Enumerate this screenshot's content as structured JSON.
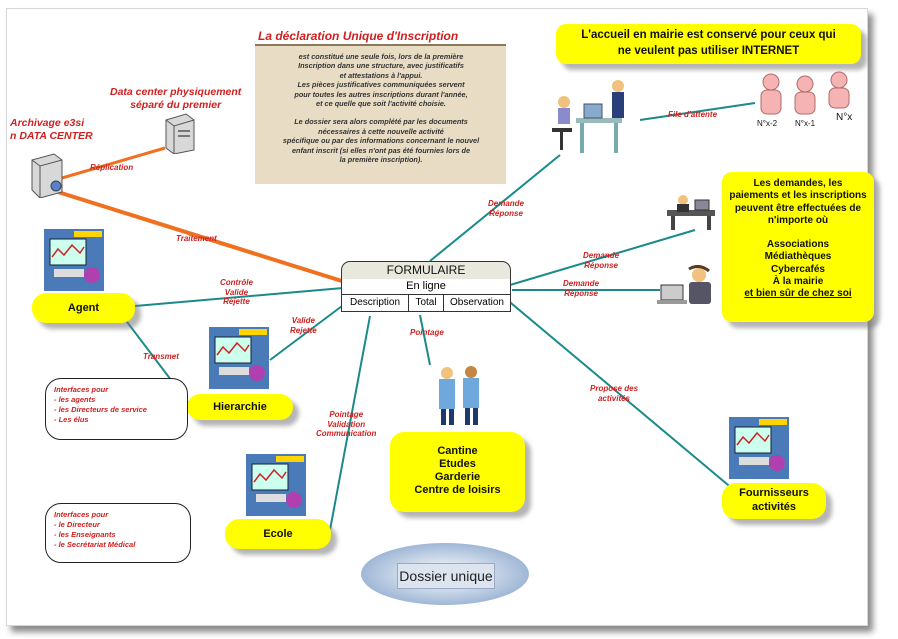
{
  "declaration": {
    "title": "La déclaration Unique d'Inscription",
    "text_lines": [
      "est constitué une seule fois, lors de la première",
      "Inscription dans une structure, avec justificatifs",
      "et attestations à l'appui.",
      "Les pièces justificatives communiquées servent",
      "pour toutes les autres inscriptions durant l'année,",
      "et ce quelle que soit l'activité choisie.",
      "",
      "Le dossier sera alors complété par les documents",
      "nécessaires à cette nouvelle activité",
      "spécifique ou par des informations concernant le nouvel",
      "enfant inscrit (si elles n'ont pas été fournies lors de",
      "la première inscription)."
    ]
  },
  "accueil_note": {
    "line1": "L'accueil en mairie est conservé pour ceux qui",
    "line2": "ne veulent pas utiliser INTERNET"
  },
  "queue": {
    "label": "File d'attente",
    "people": [
      "N°x-2",
      "N°x-1",
      "N°x"
    ]
  },
  "datacenter": {
    "physical_line1": "Data center physiquement",
    "physical_line2": "séparé du premier",
    "archive_line1": "Archivage e3si",
    "archive_line2": "n DATA CENTER",
    "replication": "Réplication",
    "traitement": "Traitement"
  },
  "formulaire": {
    "title": "FORMULAIRE",
    "subtitle": "En ligne",
    "columns": [
      "Description",
      "Total",
      "Observation"
    ]
  },
  "links": {
    "controle": [
      "Contrôle",
      "Valide",
      "Rejette"
    ],
    "valide": [
      "Valide",
      "Rejette"
    ],
    "transmet": "Transmet",
    "pointage": "Pointage",
    "pointage_ecole": [
      "Pointage",
      "Validation",
      "Communication"
    ],
    "demande1": [
      "Demande",
      "Réponse"
    ],
    "demande2": [
      "Demande",
      "Réponse"
    ],
    "demande3": [
      "Demande",
      "Réponse"
    ],
    "propose": [
      "Propose des",
      "activités"
    ]
  },
  "nodes": {
    "agent": "Agent",
    "hierarchie": "Hierarchie",
    "ecole": "Ecole",
    "cantine": [
      "Cantine",
      "Etudes",
      "Garderie",
      "Centre de loisirs"
    ],
    "fournisseurs": [
      "Fournisseurs",
      "activités"
    ]
  },
  "demandes_note": {
    "lines": [
      "Les demandes, les",
      "paiements et les inscriptions",
      "peuvent  être effectuées  de",
      "n'importe où",
      "",
      "Associations",
      "Médiathèques",
      "Cybercafés",
      "À la mairie",
      "et bien sûr de chez soi"
    ]
  },
  "interfaces1": {
    "title": "Interfaces pour",
    "items": [
      "- les agents",
      "- les Directeurs de service",
      "- Les élus"
    ]
  },
  "interfaces2": {
    "title": "Interfaces pour",
    "items": [
      "- le Directeur",
      "- les Enseignants",
      "- le Secrétariat Médical"
    ]
  },
  "dossier": {
    "label": "Dossier unique"
  },
  "colors": {
    "link": "#1a8a8a",
    "orange_link": "#f07020",
    "accent_red": "#d02020",
    "pill_yellow": "#ffff00",
    "note_bg": "#e8dcc4"
  }
}
